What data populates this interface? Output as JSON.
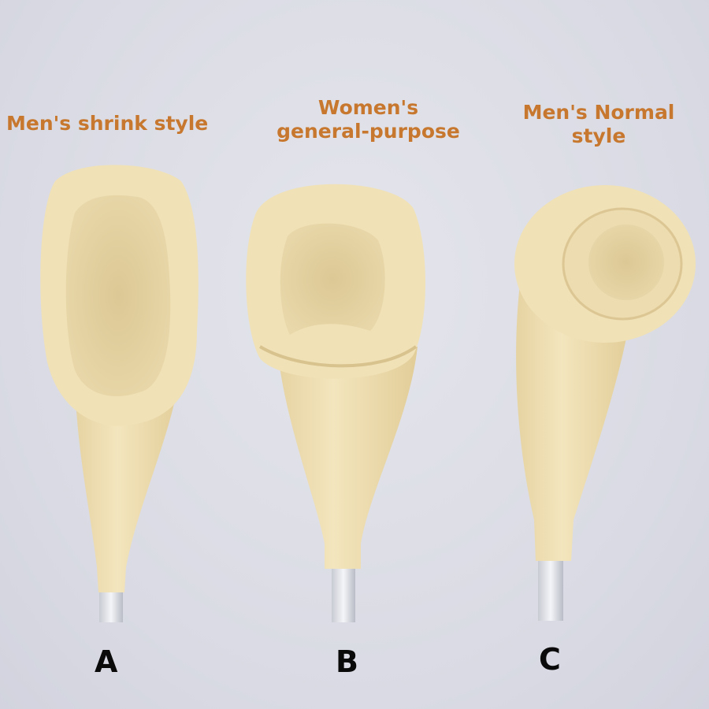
{
  "products": [
    {
      "id": "A",
      "label": "Men's shrink style",
      "letter": "A"
    },
    {
      "id": "B",
      "label_line1": "Women's",
      "label_line2": "general-purpose",
      "letter": "B"
    },
    {
      "id": "C",
      "label_line1": "Men's Normal",
      "label_line2": "style",
      "letter": "C"
    }
  ],
  "colors": {
    "background": "#dcdde6",
    "label_text": "#c7782e",
    "product_body": "#efdfb4",
    "letter_text": "#0a0a0a"
  }
}
